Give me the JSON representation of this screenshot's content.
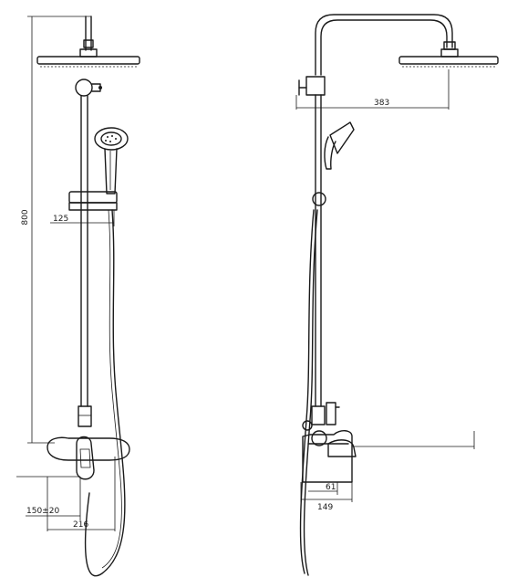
{
  "dimensions": {
    "overall_height": "800",
    "slide_offset": "125",
    "spout_depth": "150±20",
    "hose_depth": "216",
    "arm_length": "383",
    "spout_side_a": "61",
    "spout_side_b": "149"
  }
}
